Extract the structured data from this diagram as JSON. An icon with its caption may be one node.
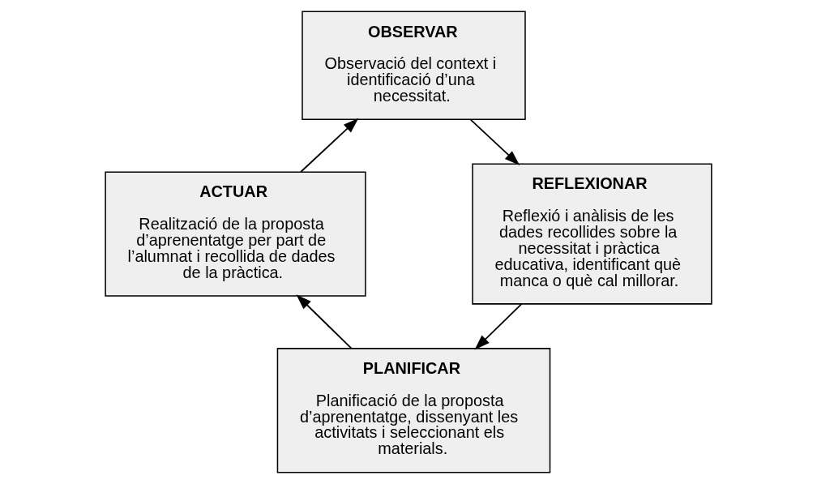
{
  "diagram": {
    "nodes": [
      {
        "text": [
          "OBSERVAR",
          "Observació del context i identificació d’una necessitat."
        ]
      },
      {
        "text": [
          "REFLEXIONAR",
          "Reflexió i anàlisis de les dades recollides sobre la necessitat i pràctica educativa, identificant què manca o què cal millorar."
        ]
      },
      {
        "text": [
          "PLANIFICAR",
          "Planificació de la proposta d’aprenentatge, dissenyant les activitats i seleccionant els materials."
        ]
      },
      {
        "text": [
          "ACTUAR",
          "Realització de la proposta d’aprenentatge per part de l’alumnat i recollida de dades de la pràctica."
        ]
      }
    ],
    "edges": [
      {
        "from": 0,
        "to": 1,
        "arrow": "to"
      },
      {
        "from": 1,
        "to": 2,
        "arrow": "to"
      },
      {
        "from": 2,
        "to": 3,
        "arrow": "to"
      },
      {
        "from": 3,
        "to": 0,
        "arrow": "to"
      }
    ]
  }
}
